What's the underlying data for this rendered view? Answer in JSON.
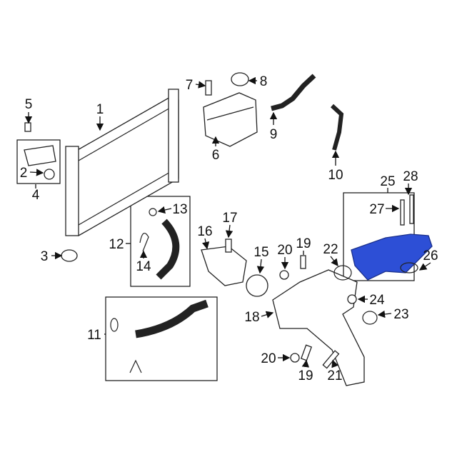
{
  "title": "Engine Coolant Parts Diagram",
  "highlight_color": "#2d4fd6",
  "callouts": {
    "c1": "1",
    "c2": "2",
    "c3": "3",
    "c4": "4",
    "c5": "5",
    "c6": "6",
    "c7": "7",
    "c8": "8",
    "c9": "9",
    "c10": "10",
    "c11": "11",
    "c12": "12",
    "c13": "13",
    "c14": "14",
    "c15": "15",
    "c16": "16",
    "c17": "17",
    "c18": "18",
    "c19a": "19",
    "c19b": "19",
    "c20a": "20",
    "c20b": "20",
    "c21": "21",
    "c22": "22",
    "c23": "23",
    "c24": "24",
    "c25": "25",
    "c26": "26",
    "c27": "27",
    "c28": "28"
  }
}
